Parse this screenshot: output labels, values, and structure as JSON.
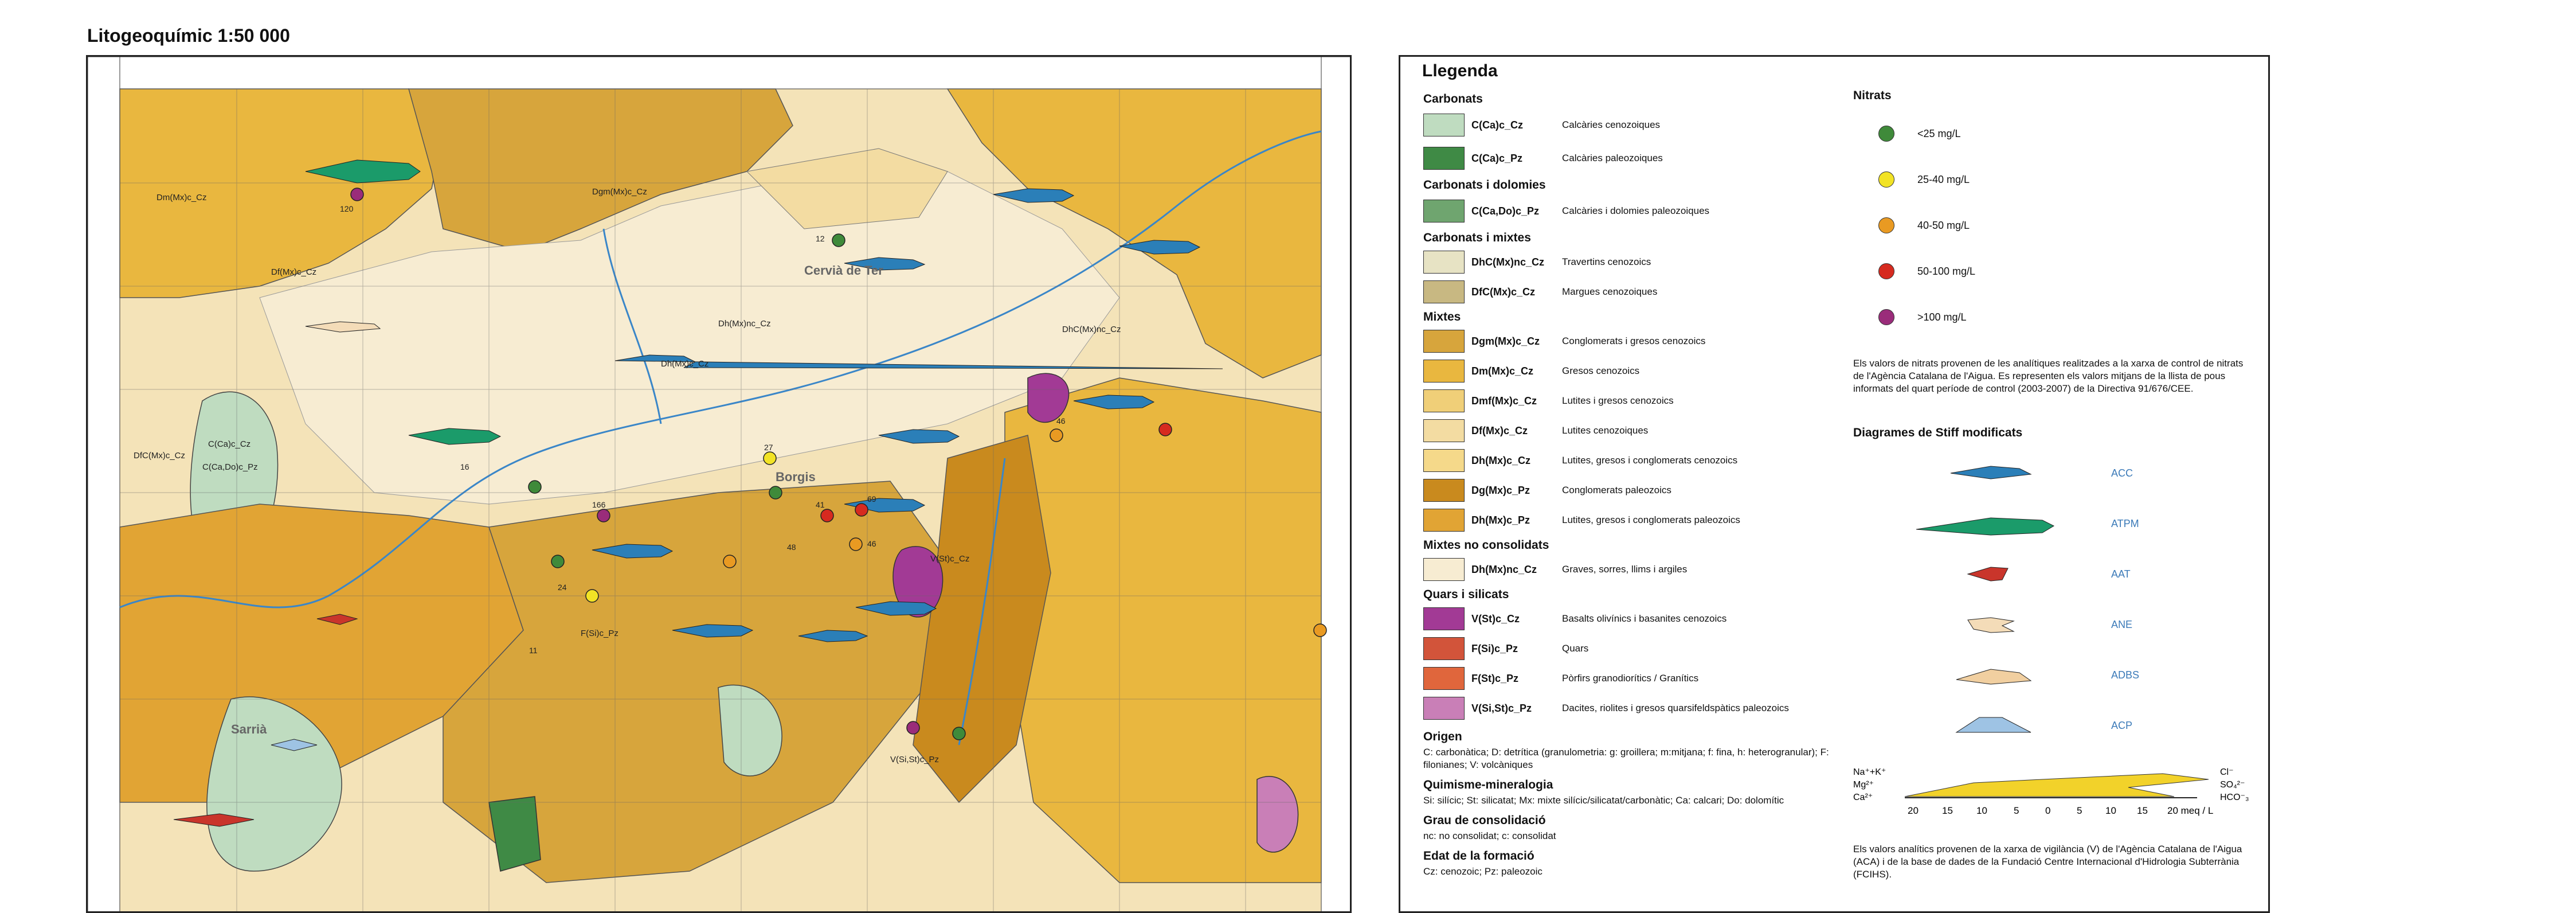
{
  "page": {
    "title": "Litogeoquímic 1:50 000"
  },
  "map": {
    "places": [
      "Cervià de Ter",
      "Borgis",
      "Sarrià"
    ],
    "unit_labels": [
      "Dh(Mx)c_Cz",
      "Dgm(Mx)c_Cz",
      "Dm(Mx)c_Cz",
      "Df(Mx)c_Cz",
      "C(Ca)c_Cz",
      "C(Ca,Do)c_Pz",
      "V(St)c_Cz",
      "Dh(Mx)nc_Cz",
      "DfC(Mx)c_Cz",
      "F(Si)c_Pz",
      "V(Si,St)c_Pz",
      "DhC(Mx)nc_Cz"
    ],
    "point_values": [
      "120",
      "12",
      "46",
      "27",
      "48",
      "69",
      "41",
      "46",
      "166",
      "24",
      "11",
      "16"
    ]
  },
  "legend": {
    "title": "Llegenda",
    "groups": [
      {
        "name": "Carbonats",
        "items": [
          {
            "code": "C(Ca)c_Cz",
            "desc": "Calcàries cenozoiques",
            "color": "#bfdcc0"
          },
          {
            "code": "C(Ca)c_Pz",
            "desc": "Calcàries paleozoiques",
            "color": "#3f8a45"
          }
        ]
      },
      {
        "name": "Carbonats i dolomies",
        "items": [
          {
            "code": "C(Ca,Do)c_Pz",
            "desc": "Calcàries i dolomies paleozoiques",
            "color": "#6fa56f"
          }
        ]
      },
      {
        "name": "Carbonats i mixtes",
        "items": [
          {
            "code": "DhC(Mx)nc_Cz",
            "desc": "Travertins cenozoics",
            "color": "#e7e3c4"
          },
          {
            "code": "DfC(Mx)c_Cz",
            "desc": "Margues cenozoiques",
            "color": "#c8b882"
          }
        ]
      },
      {
        "name": "Mixtes",
        "items": [
          {
            "code": "Dgm(Mx)c_Cz",
            "desc": "Conglomerats i gresos cenozoics",
            "color": "#d7a53c"
          },
          {
            "code": "Dm(Mx)c_Cz",
            "desc": "Gresos cenozoics",
            "color": "#e9b73f"
          },
          {
            "code": "Dmf(Mx)c_Cz",
            "desc": "Lutites i gresos cenozoics",
            "color": "#f0cf78"
          },
          {
            "code": "Df(Mx)c_Cz",
            "desc": "Lutites cenozoiques",
            "color": "#f3dca2"
          },
          {
            "code": "Dh(Mx)c_Cz",
            "desc": "Lutites, gresos i conglomerats cenozoics",
            "color": "#f5d98a"
          },
          {
            "code": "Dg(Mx)c_Pz",
            "desc": "Conglomerats paleozoics",
            "color": "#c98a1e"
          },
          {
            "code": "Dh(Mx)c_Pz",
            "desc": "Lutites, gresos i conglomerats paleozoics",
            "color": "#e1a434"
          }
        ]
      },
      {
        "name": "Mixtes no consolidats",
        "items": [
          {
            "code": "Dh(Mx)nc_Cz",
            "desc": "Graves, sorres, llims i argiles",
            "color": "#f7ecd2"
          }
        ]
      },
      {
        "name": "Quars i silicats",
        "items": [
          {
            "code": "V(St)c_Cz",
            "desc": "Basalts olivínics i basanites cenozoics",
            "color": "#a23a95"
          },
          {
            "code": "F(Si)c_Pz",
            "desc": "Quars",
            "color": "#d2543a"
          },
          {
            "code": "F(St)c_Pz",
            "desc": "Pòrfirs granodiorítics / Granítics",
            "color": "#e0663c"
          },
          {
            "code": "V(Si,St)c_Pz",
            "desc": "Dacites, riolites i gresos quarsifeldspàtics paleozoics",
            "color": "#c97fb7"
          }
        ]
      }
    ],
    "sections": [
      {
        "title": "Origen",
        "text": "C: carbonàtica; D: detrítica (granulometria: g: groillera; m:mitjana; f: fina, h: heterogranular); F: filonianes; V: volcàniques"
      },
      {
        "title": "Quimisme-mineralogia",
        "text": "Si: silícic; St: silicatat; Mx: mixte silícic/silicatat/carbonàtic; Ca: calcari; Do: dolomític"
      },
      {
        "title": "Grau de consolidació",
        "text": "nc: no consolidat; c: consolidat"
      },
      {
        "title": "Edat de la formació",
        "text": "Cz: cenozoic; Pz: paleozoic"
      }
    ],
    "nitrats": {
      "title": "Nitrats",
      "items": [
        {
          "label": "<25 mg/L",
          "color": "#3f8a3a"
        },
        {
          "label": "25-40 mg/L",
          "color": "#f2e325"
        },
        {
          "label": "40-50 mg/L",
          "color": "#e99a22"
        },
        {
          "label": "50-100 mg/L",
          "color": "#d62a1f"
        },
        {
          "label": ">100 mg/L",
          "color": "#9a2c7a"
        }
      ],
      "note": "Els valors de nitrats provenen de les analítiques realitzades a la xarxa de control de nitrats de l'Agència Catalana de l'Aigua. Es representen els valors mitjans de la llista de pous informats del quart període de control (2003-2007) de la Directiva 91/676/CEE."
    },
    "stiff": {
      "title": "Diagrames de Stiff modificats",
      "items": [
        {
          "label": "ACC",
          "color": "#2b7fb8"
        },
        {
          "label": "ATPM",
          "color": "#1b9b6a"
        },
        {
          "label": "AAT",
          "color": "#c9352b"
        },
        {
          "label": "ANE",
          "color": "#f4dcb8"
        },
        {
          "label": "ADBS",
          "color": "#f1cfa0"
        },
        {
          "label": "ACP",
          "color": "#9ec3e4"
        }
      ],
      "scale": {
        "left_ions": [
          "Na⁺+K⁺",
          "Mg²⁺",
          "Ca²⁺"
        ],
        "right_ions": [
          "Cl⁻",
          "SO₄²⁻",
          "HCO⁻₃"
        ],
        "ticks": [
          "20",
          "15",
          "10",
          "5",
          "0",
          "5",
          "10",
          "15",
          "20 meq / L"
        ],
        "color": "#f2d22a"
      },
      "note": "Els valors analítics provenen de la xarxa de vigilància (V) de l'Agència Catalana de l'Aigua (ACA) i de la base de dades de la Fundació Centre Internacional d'Hidrologia Subterrània (FCIHS)."
    }
  }
}
